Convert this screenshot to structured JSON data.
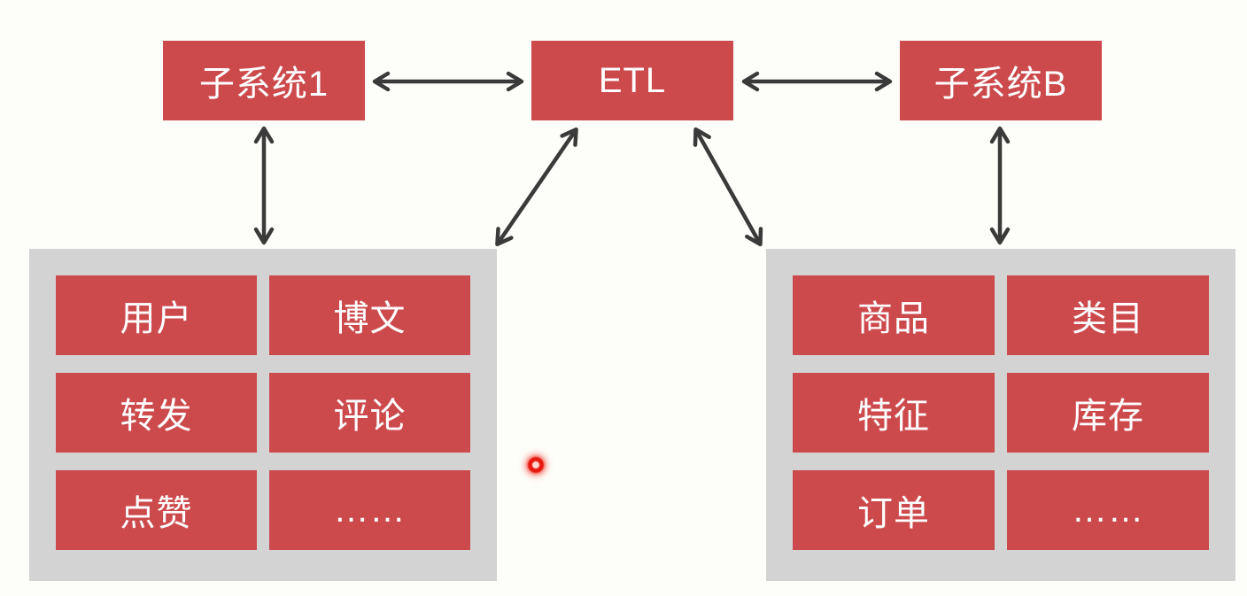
{
  "diagram": {
    "title_hint": "ETL data integration diagram",
    "nodes": {
      "subsystem1": "子系统1",
      "etl": "ETL",
      "subsystemB": "子系统B"
    },
    "left_panel": {
      "items": [
        "用户",
        "博文",
        "转发",
        "评论",
        "点赞",
        "……"
      ]
    },
    "right_panel": {
      "items": [
        "商品",
        "类目",
        "特征",
        "库存",
        "订单",
        "……"
      ]
    },
    "connections": [
      "subsystem1 <-> etl",
      "etl <-> subsystemB",
      "subsystem1 <-> left_panel",
      "etl <-> left_panel",
      "etl <-> right_panel",
      "subsystemB <-> right_panel"
    ],
    "colors": {
      "node_red": "#cc4a4c",
      "panel_gray": "#d3d3d3",
      "arrow": "#3a3a3a",
      "background": "#fdfdf9",
      "laser_dot": "#e8170e",
      "text": "#ffffff"
    }
  }
}
